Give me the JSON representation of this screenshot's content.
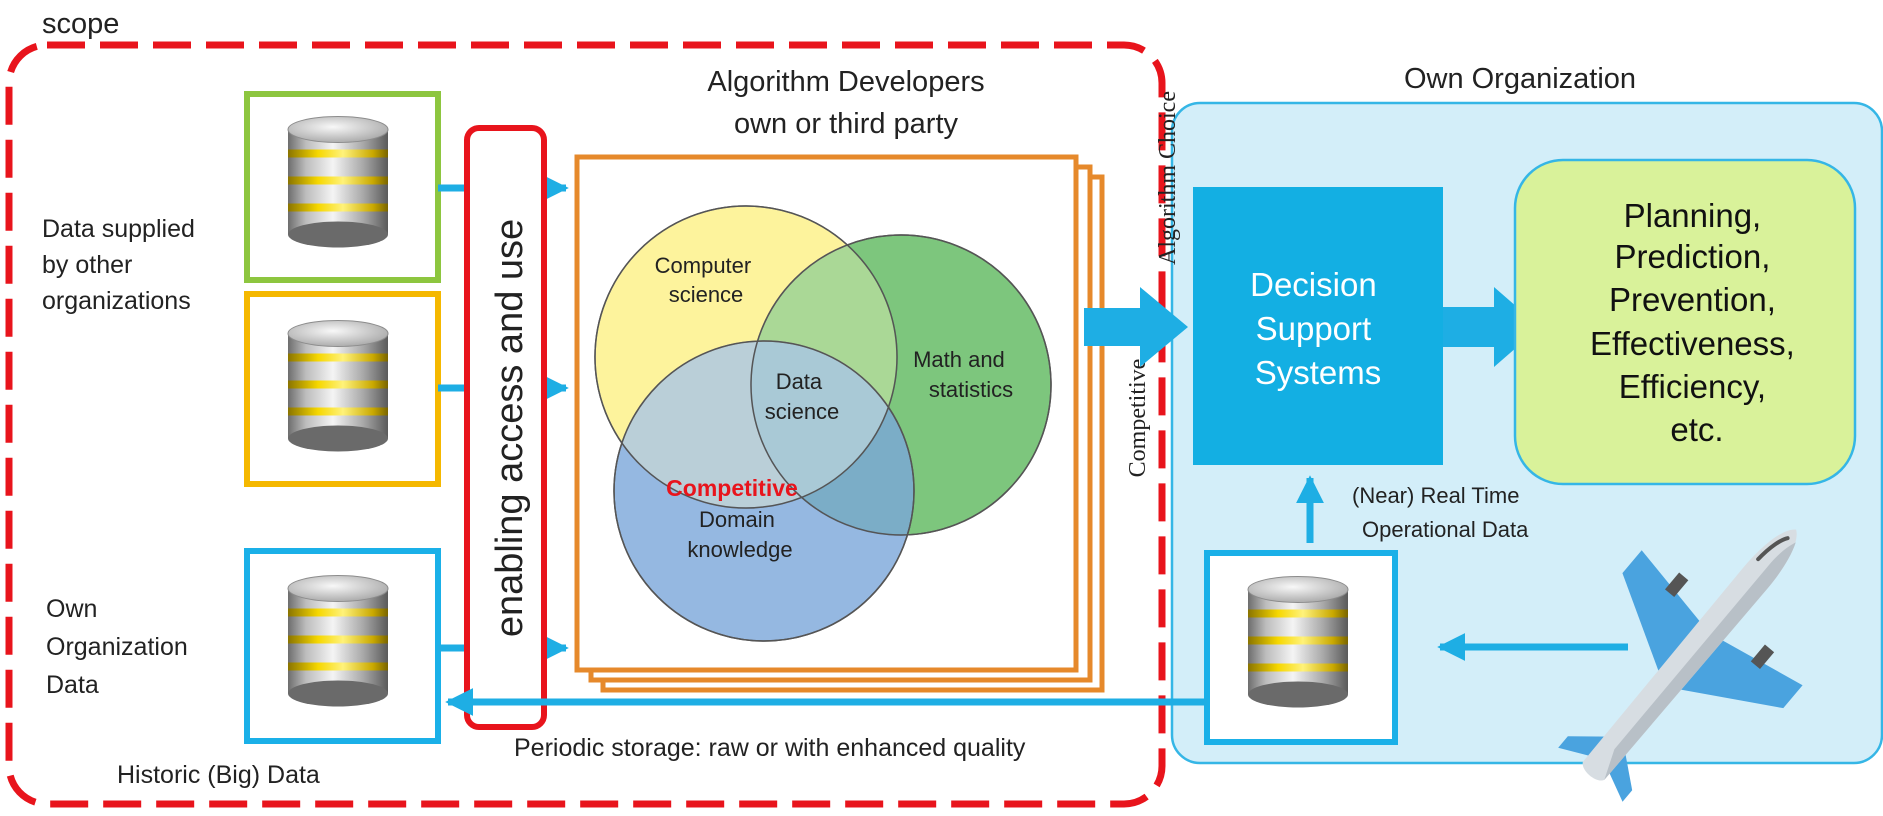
{
  "scope_label": "scope",
  "sources": {
    "other_orgs_label": [
      "Data supplied",
      "by other",
      "organizations"
    ],
    "own_org_label": [
      "Own",
      "Organization",
      "Data"
    ],
    "historic_label": "Historic (Big) Data"
  },
  "enabling_label": "enabling access and use",
  "developers": {
    "title_line1": "Algorithm Developers",
    "title_line2": "own or third party"
  },
  "venn": {
    "cs": [
      "Computer",
      "science"
    ],
    "math": [
      "Math and",
      "statistics"
    ],
    "ds": [
      "Data",
      "science"
    ],
    "domain_highlight": "Competitive",
    "domain": [
      "Domain",
      "knowledge"
    ]
  },
  "algorithm_choice": {
    "line1": "Algorithm Choice",
    "line2": "Competitive"
  },
  "own_org": {
    "title": "Own Organization",
    "dss": [
      "Decision",
      "Support",
      "Systems"
    ],
    "outcomes": [
      "Planning,",
      "Prediction,",
      "Prevention,",
      "Effectiveness,",
      "Efficiency,",
      "etc."
    ],
    "realtime": [
      "(Near) Real Time",
      "Operational Data"
    ]
  },
  "periodic_label": "Periodic storage: raw or with enhanced quality",
  "colors": {
    "scope_dash": "#e8141c",
    "green_box": "#8dc63f",
    "yellow_box": "#f5b800",
    "blue_box": "#1ab0e8",
    "enabling_border": "#e8141c",
    "dev_border": "#e6892b",
    "arrow": "#1eaee4",
    "org_bg": "#d3eef9",
    "dss_fill": "#13afe3",
    "outcome_fill": "#d9f29a",
    "cs_circle": "#fbea4e",
    "math_circle": "#5cb85c",
    "domain_circle": "#7aa6da",
    "competitive_red": "#e8141c"
  },
  "icons": [
    "database-icon",
    "airplane-icon"
  ]
}
